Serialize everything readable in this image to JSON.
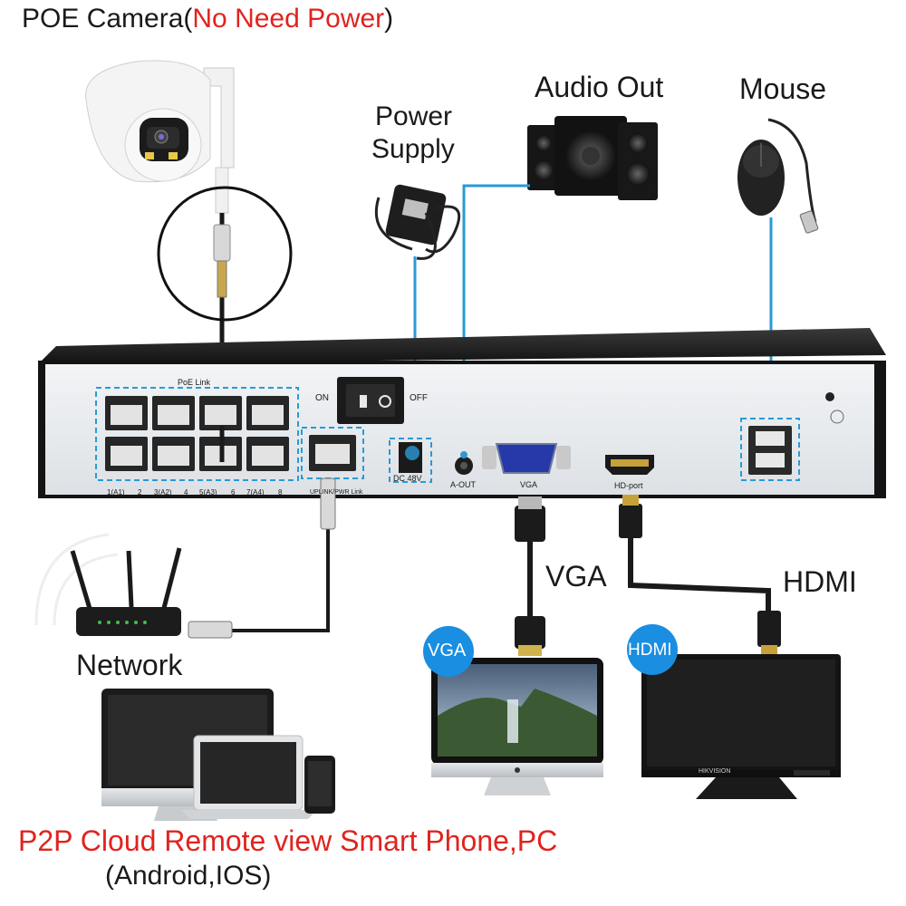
{
  "colors": {
    "cable_blue": "#2a9ad6",
    "red_text": "#e0231f",
    "nvr_panel": "#e9ecef",
    "nvr_frame": "#1c1c1c",
    "badge_blue": "#1a8ee0"
  },
  "camera": {
    "title_prefix": "POE Camera(",
    "title_highlight": "No Need Power",
    "title_suffix": ")",
    "icon": "dome-camera-icon"
  },
  "power_supply": {
    "line1": "Power",
    "line2": "Supply",
    "icon": "power-adapter-icon"
  },
  "audio": {
    "label": "Audio Out",
    "icon": "speakers-icon"
  },
  "mouse": {
    "label": "Mouse",
    "icon": "mouse-icon"
  },
  "nvr": {
    "poe_group_label": "PoE Link",
    "switch_on": "ON",
    "switch_off": "OFF",
    "port_labels": [
      "1(A1)",
      "2",
      "3(A2)",
      "4",
      "5(A3)",
      "6",
      "7(A4)",
      "8"
    ],
    "uplink_label": "UPLINK/PWR Link",
    "dc_label": "DC 48V",
    "aout_label": "A-OUT",
    "vga_label": "VGA",
    "hdmi_label": "HD-port"
  },
  "vga": {
    "cable_label": "VGA",
    "badge": "VGA"
  },
  "hdmi": {
    "cable_label": "HDMI",
    "badge": "HDMI",
    "monitor_brand": "HIKVISION"
  },
  "network": {
    "label": "Network",
    "icon": "router-icon"
  },
  "remote": {
    "line1": "P2P Cloud Remote view Smart Phone,PC",
    "line2": "(Android,IOS)"
  }
}
